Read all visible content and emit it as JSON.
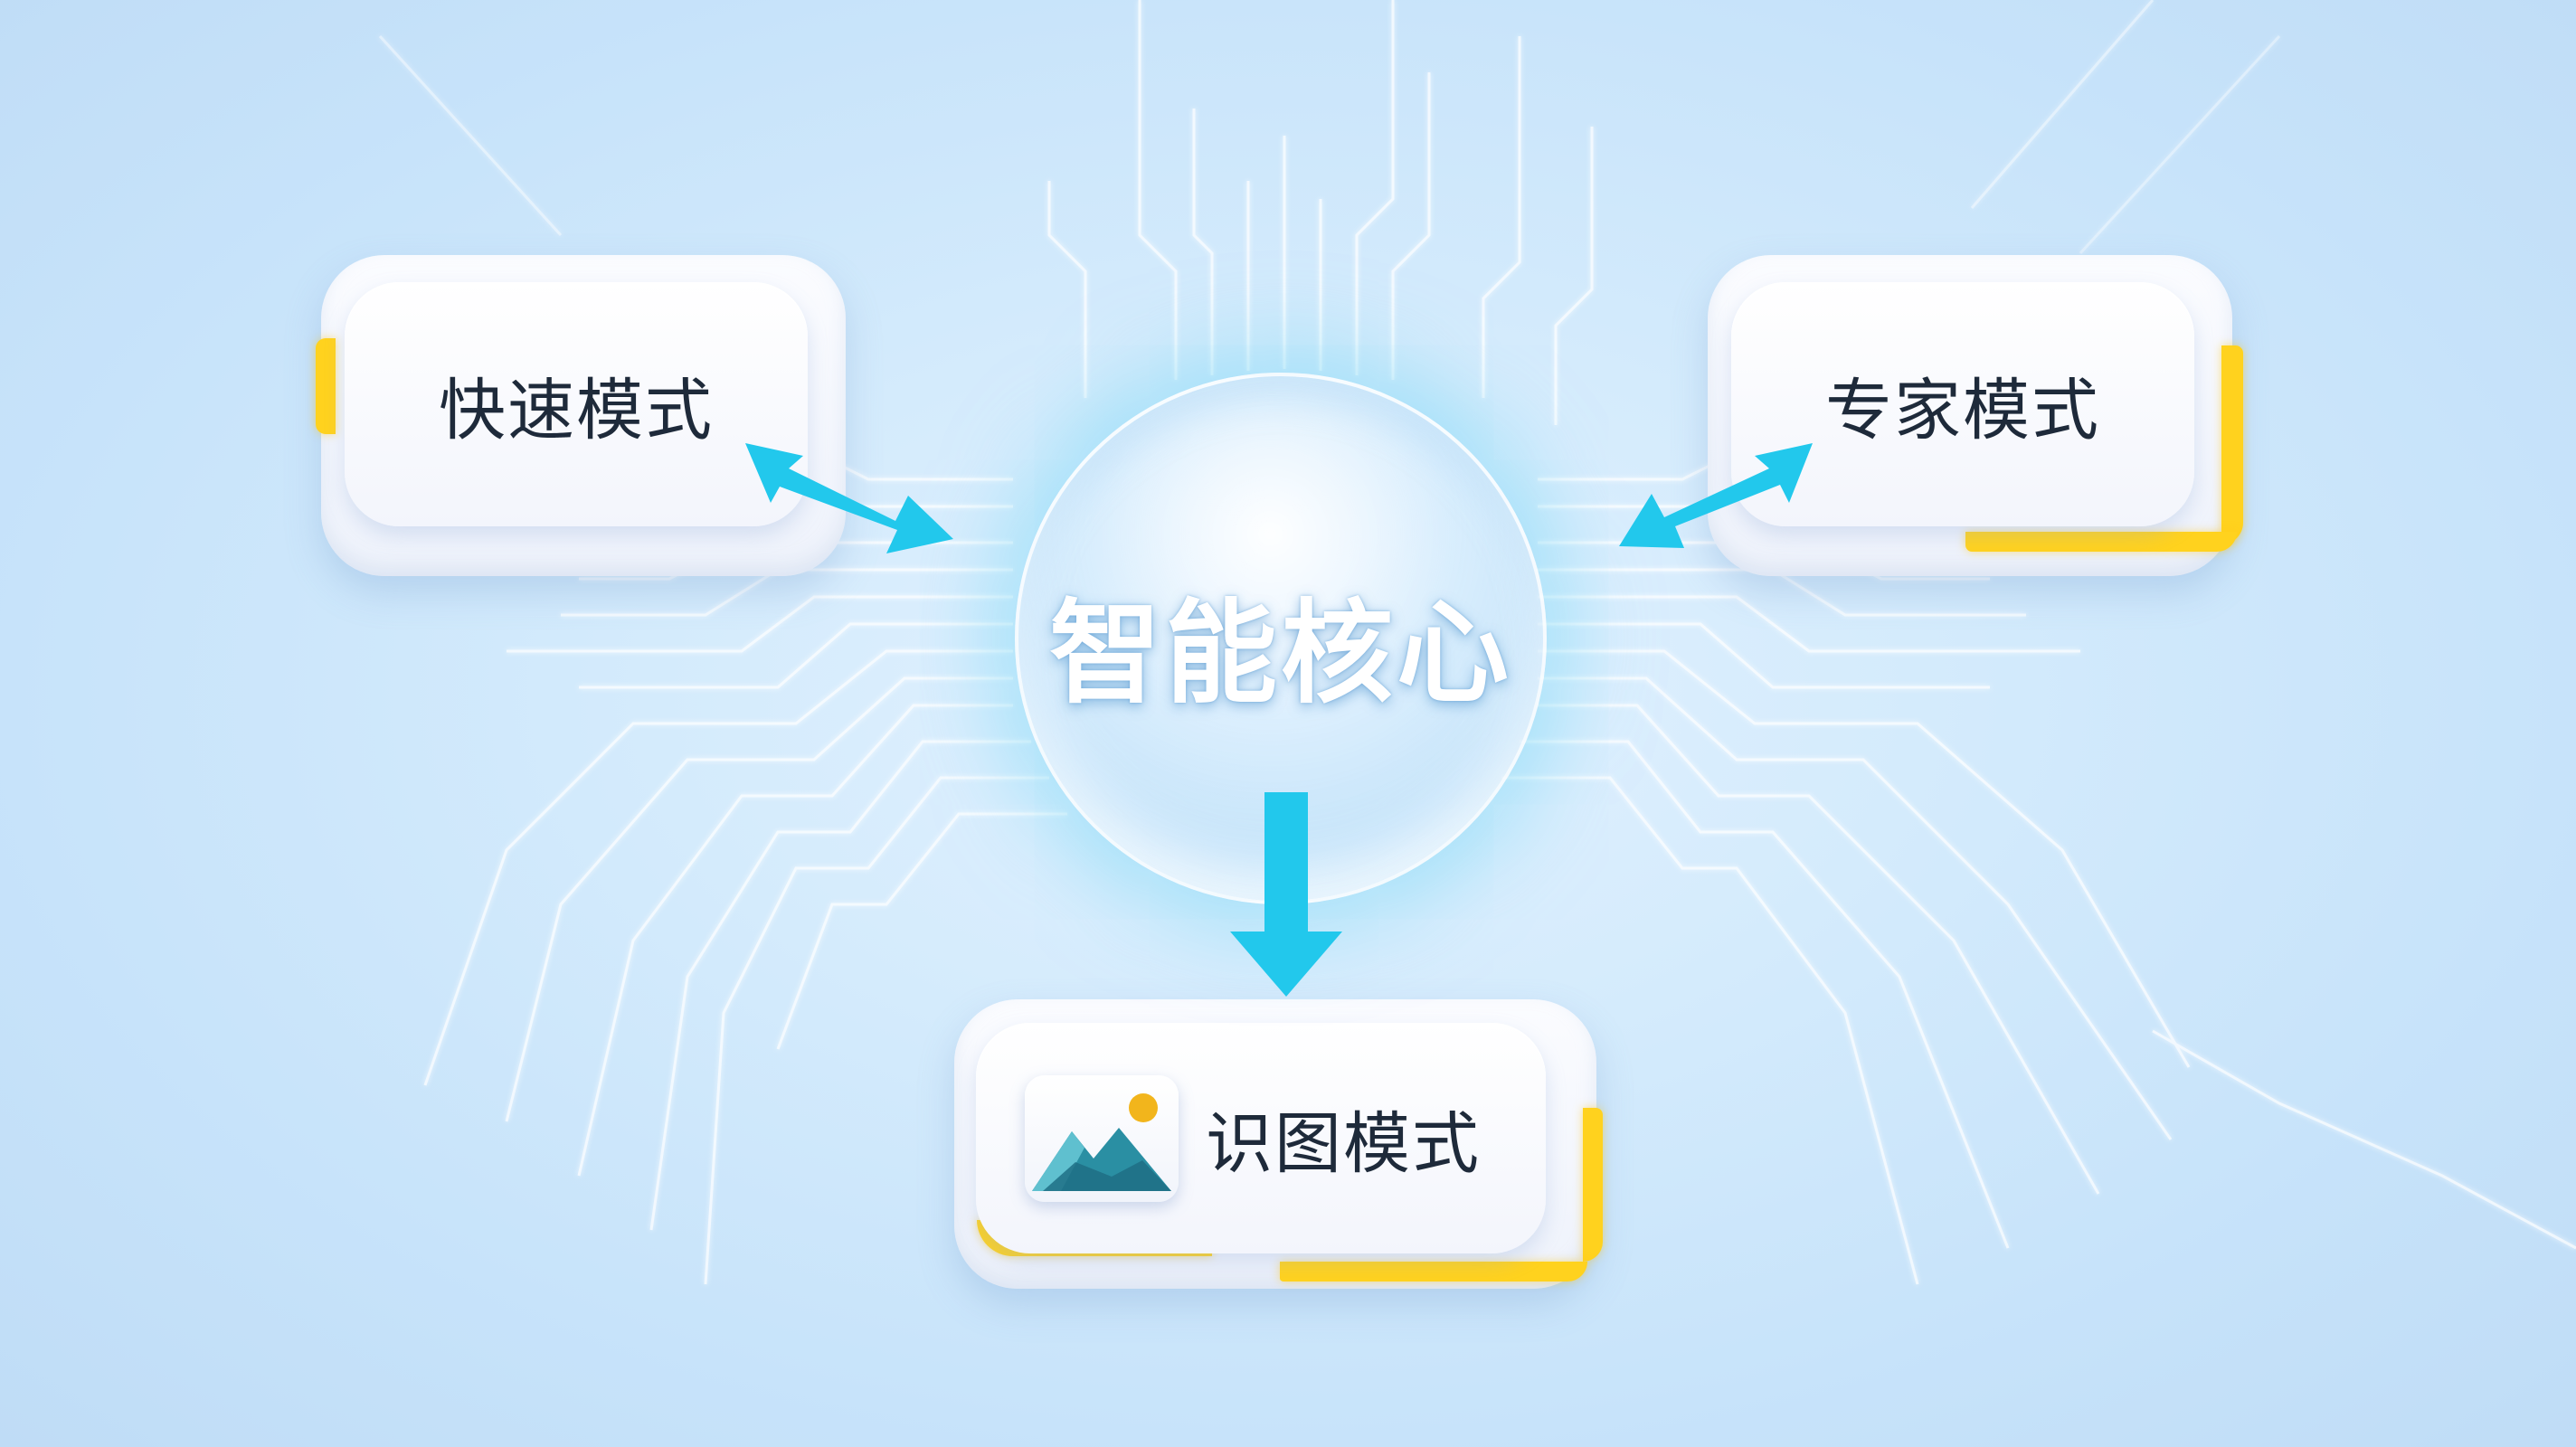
{
  "diagram": {
    "core": {
      "label": "智能核心"
    },
    "modes": [
      {
        "id": "fast",
        "label": "快速模式"
      },
      {
        "id": "expert",
        "label": "专家模式"
      },
      {
        "id": "image",
        "label": "识图模式",
        "icon": "image-icon"
      }
    ],
    "colors": {
      "arrow": "#22c8ec",
      "accent": "#ffd21e",
      "card": "#f6f8fd",
      "text": "#1e2a3a",
      "core_text": "#ffffff"
    }
  }
}
